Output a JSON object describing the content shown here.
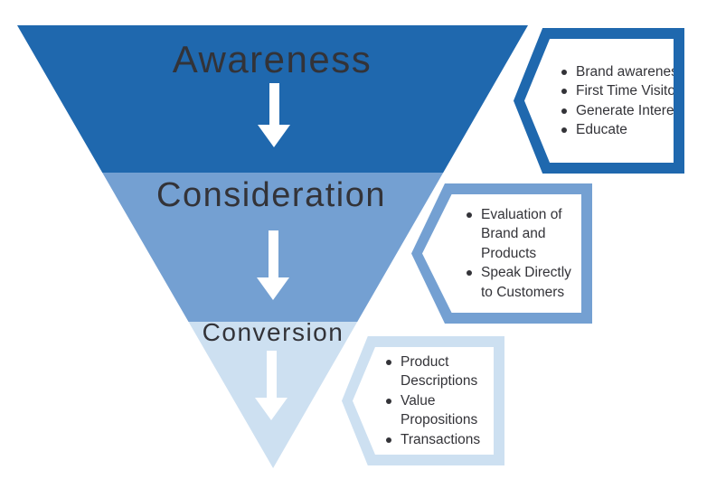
{
  "colors": {
    "background": "#FFFFFF",
    "dark_blue": "#1F68AE",
    "medium_blue": "#74A0D2",
    "light_blue": "#CDE0F1",
    "text_dark": "#333338",
    "arrow_white": "#FFFFFF"
  },
  "funnel": {
    "stages": [
      {
        "label": "Awareness",
        "band_color": "#1F68AE"
      },
      {
        "label": "Consideration",
        "band_color": "#74A0D2"
      },
      {
        "label": "Conversion",
        "band_color": "#CDE0F1"
      }
    ]
  },
  "callouts": [
    {
      "stage": "Awareness",
      "border_color": "#1F68AE",
      "items": [
        "Brand awareness",
        "First Time Visitors",
        "Generate Interest",
        "Educate"
      ]
    },
    {
      "stage": "Consideration",
      "border_color": "#74A0D2",
      "items": [
        "Evaluation of Brand and Products",
        "Speak Directly to Customers"
      ]
    },
    {
      "stage": "Conversion",
      "border_color": "#CDE0F1",
      "items": [
        "Product Descriptions",
        "Value Propositions",
        "Transactions"
      ]
    }
  ],
  "icons": {
    "down_arrow": "down-arrow-icon"
  }
}
